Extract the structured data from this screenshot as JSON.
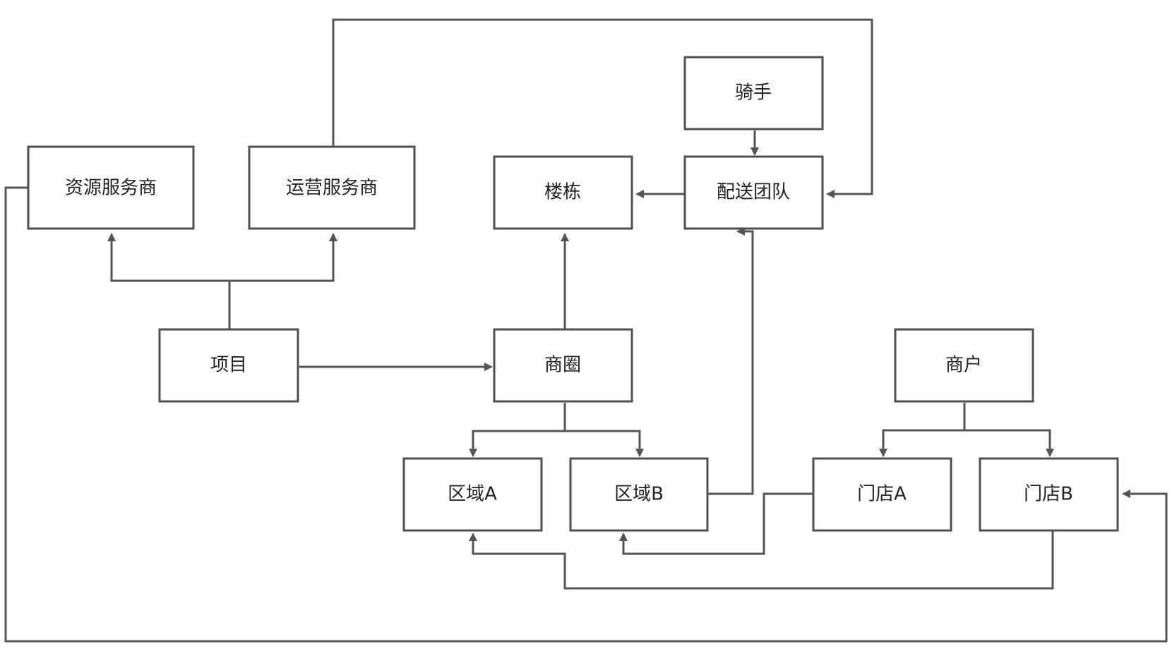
{
  "diagram": {
    "type": "flowchart",
    "nodes": {
      "resource_provider": "资源服务商",
      "operation_provider": "运营服务商",
      "project": "项目",
      "building": "楼栋",
      "rider": "骑手",
      "delivery_team": "配送团队",
      "business_district": "商圈",
      "merchant": "商户",
      "area_a": "区域A",
      "area_b": "区域B",
      "store_a": "门店A",
      "store_b": "门店B"
    },
    "edges": [
      {
        "from": "project",
        "to": "resource_provider"
      },
      {
        "from": "project",
        "to": "operation_provider"
      },
      {
        "from": "project",
        "to": "business_district"
      },
      {
        "from": "business_district",
        "to": "building"
      },
      {
        "from": "business_district",
        "to": "area_a"
      },
      {
        "from": "business_district",
        "to": "area_b"
      },
      {
        "from": "rider",
        "to": "delivery_team"
      },
      {
        "from": "delivery_team",
        "to": "building"
      },
      {
        "from": "operation_provider",
        "to": "delivery_team"
      },
      {
        "from": "area_b",
        "to": "delivery_team"
      },
      {
        "from": "merchant",
        "to": "store_a"
      },
      {
        "from": "merchant",
        "to": "store_b"
      },
      {
        "from": "store_a",
        "to": "area_b"
      },
      {
        "from": "store_b",
        "to": "area_a"
      },
      {
        "from": "resource_provider",
        "to": "store_b"
      }
    ]
  }
}
